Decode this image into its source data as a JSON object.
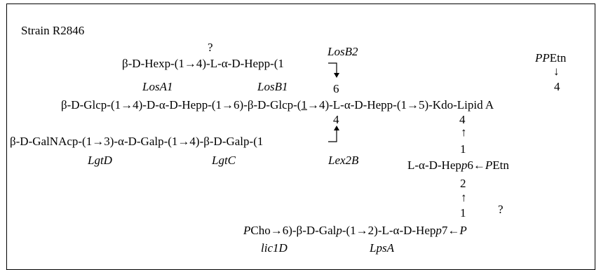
{
  "title": "Strain R2846",
  "labels": {
    "q_top": "?",
    "q_bottom": "?",
    "hex_chain": "β-D-Hexp-(1→4)-L-α-D-Hepp-(1",
    "losB2": "LosB2",
    "ppetn": "PPEtn",
    "arrow_down_pp": "↓",
    "num_4_pp": "4",
    "losA1": "LosA1",
    "losB1": "LosB1",
    "num_6": "6",
    "main_chain_a": "β-D-Glcp-(1→4)-D-α-D-Hepp-(1→6)-β-D-Glcp-(",
    "main_chain_one": "1",
    "main_chain_b": "→4)-L-α-D-Hepp-(1→5)-Kdo-Lipid A",
    "num_4_left": "4",
    "num_4_right": "4",
    "galnac_chain": "β-D-GalNAcp-(1→3)-α-D-Galp-(1→4)-β-D-Galp-(1",
    "arrow_up_1": "↑",
    "num_1_a": "1",
    "lgtD": "LgtD",
    "lgtC": "LgtC",
    "lex2B": "Lex2B",
    "hep6": "L-α-D-Hepp6←PEtn",
    "num_2": "2",
    "arrow_up_2": "↑",
    "num_1_b": "1",
    "pcho_chain": "PCho→6)-β-D-Galp-(1→2)-L-α-D-Hepp7←P",
    "lic1D": "lic1D",
    "lpsA": "LpsA"
  }
}
